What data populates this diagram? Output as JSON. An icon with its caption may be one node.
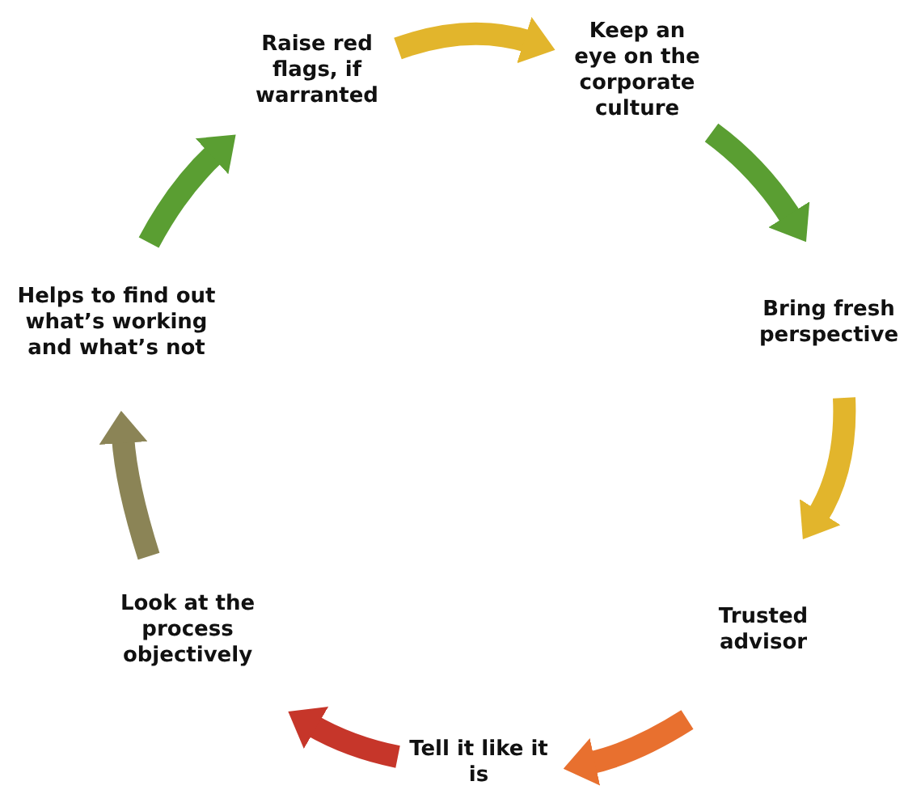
{
  "diagram": {
    "nodes": [
      {
        "text": [
          "Raise red flags, if warranted"
        ]
      },
      {
        "text": [
          "Keep an eye on the corporate culture"
        ]
      },
      {
        "text": [
          "Bring fresh perspective"
        ]
      },
      {
        "text": [
          "Trusted advisor"
        ]
      },
      {
        "text": [
          "Tell it like it is"
        ]
      },
      {
        "text": [
          "Look at the process objectively"
        ]
      },
      {
        "text": [
          "Helps to find out what’s working and what’s not"
        ]
      }
    ],
    "edges": [
      {
        "from": 0,
        "to": 1,
        "arrow": "to",
        "color": "#e2b52c"
      },
      {
        "from": 1,
        "to": 2,
        "arrow": "to",
        "color": "#5a9e32"
      },
      {
        "from": 2,
        "to": 3,
        "arrow": "to",
        "color": "#e2b52c"
      },
      {
        "from": 3,
        "to": 4,
        "arrow": "to",
        "color": "#e8702f"
      },
      {
        "from": 4,
        "to": 5,
        "arrow": "to",
        "color": "#c6362a"
      },
      {
        "from": 5,
        "to": 6,
        "arrow": "to",
        "color": "#8b8456"
      },
      {
        "from": 6,
        "to": 0,
        "arrow": "to",
        "color": "#5a9e32"
      }
    ]
  }
}
